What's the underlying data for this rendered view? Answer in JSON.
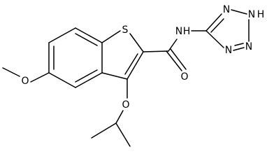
{
  "atoms": {
    "S": "S",
    "O_methoxy": "O",
    "O_carbonyl": "O",
    "O_ether": "O",
    "NH_amide": "N",
    "H_amide": "H",
    "N_tz_top": "N",
    "N_tz_mid": "N",
    "N_tz_bottom1": "N",
    "N_tz_bottom2": "N",
    "H_tz": "H"
  }
}
